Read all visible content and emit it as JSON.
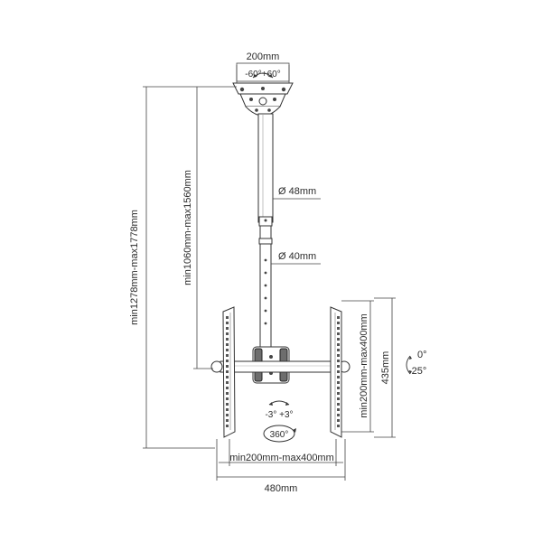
{
  "diagram": {
    "top_plate_width": "200mm",
    "swivel_range": "-60°+60°",
    "overall_height": "min1278mm-max1778mm",
    "pole_height": "min1060mm-max1560mm",
    "outer_tube_diameter": "Ø 48mm",
    "inner_tube_diameter": "Ø 40mm",
    "vesa_vertical": "min200mm-max400mm",
    "bracket_height": "435mm",
    "tilt_top": "0°",
    "tilt_bottom": "-25°",
    "roll_range": "-3° +3°",
    "rotation": "360°",
    "vesa_horizontal": "min200mm-max400mm",
    "overall_width": "480mm"
  }
}
